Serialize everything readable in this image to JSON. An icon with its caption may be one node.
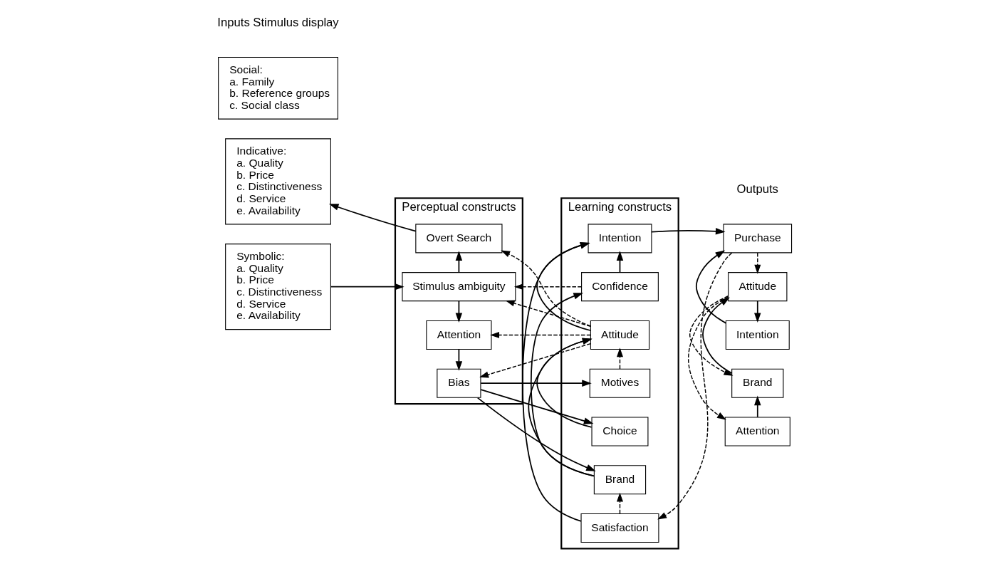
{
  "diagram": {
    "nodes": [
      {
        "text": [
          "Indicative:",
          "a. Quality",
          "b. Price",
          "c. Distinctiveness",
          "d. Service",
          "e. Availability"
        ]
      },
      {
        "text": [
          "Symbolic:",
          "a. Quality",
          "b. Price",
          "c. Distinctiveness",
          "d. Service",
          "e. Availability"
        ]
      },
      {
        "text": [
          "Social:",
          "a. Family",
          "b. Reference groups",
          "c. Social class"
        ]
      },
      {
        "text": [
          "Perceptual constructs"
        ]
      },
      {
        "text": [
          "Overt Search"
        ],
        "in": 3
      },
      {
        "text": [
          "Stimulus ambiguity"
        ],
        "in": 3
      },
      {
        "text": [
          "Attention"
        ],
        "in": 3
      },
      {
        "text": [
          "Bias"
        ],
        "in": 3
      },
      {
        "text": [
          "Learning constructs"
        ]
      },
      {
        "text": [
          "Intention"
        ],
        "in": 8
      },
      {
        "text": [
          "Confidence"
        ],
        "in": 8
      },
      {
        "text": [
          "Attitude"
        ],
        "in": 8
      },
      {
        "text": [
          "Motives"
        ],
        "in": 8
      },
      {
        "text": [
          "Choice"
        ],
        "in": 8
      },
      {
        "text": [
          "Brand"
        ],
        "in": 8
      },
      {
        "text": [
          "Satisfaction"
        ],
        "in": 8
      },
      {
        "text": [
          "Purchase"
        ]
      },
      {
        "text": [
          "Intention"
        ]
      },
      {
        "text": [
          "Attitude"
        ]
      },
      {
        "text": [
          "Brand"
        ]
      },
      {
        "text": [
          "Attention"
        ]
      }
    ],
    "edges": [
      {
        "from": 4,
        "to": 0,
        "arrow": "to"
      },
      {
        "from": 1,
        "to": 5,
        "arrow": "to"
      },
      {
        "from": 5,
        "to": 4,
        "arrow": "to"
      },
      {
        "from": 5,
        "to": 6,
        "arrow": "to"
      },
      {
        "from": 6,
        "to": 7,
        "arrow": "to"
      },
      {
        "from": 11,
        "to": 4,
        "arrow": "to",
        "style": "dashed"
      },
      {
        "from": 11,
        "to": 6,
        "arrow": "to",
        "style": "dashed"
      },
      {
        "from": 11,
        "to": 7,
        "arrow": "to",
        "style": "dashed"
      },
      {
        "from": 11,
        "to": 5,
        "arrow": "to",
        "style": "dashed"
      },
      {
        "from": 10,
        "to": 5,
        "arrow": "to",
        "style": "dashed"
      },
      {
        "from": 7,
        "to": 12,
        "arrow": "to"
      },
      {
        "from": 7,
        "to": 13,
        "arrow": "to"
      },
      {
        "from": 7,
        "to": 14,
        "arrow": "to"
      },
      {
        "from": 12,
        "to": 11,
        "arrow": "to",
        "style": "dashed"
      },
      {
        "from": 13,
        "to": 11,
        "arrow": "to"
      },
      {
        "from": 14,
        "to": 11,
        "arrow": "to"
      },
      {
        "from": 14,
        "to": 10,
        "arrow": "to"
      },
      {
        "from": 11,
        "to": 9,
        "arrow": "to"
      },
      {
        "from": 10,
        "to": 9,
        "arrow": "to"
      },
      {
        "from": 15,
        "to": 9,
        "arrow": "to"
      },
      {
        "from": 15,
        "to": 14,
        "arrow": "to",
        "style": "dashed"
      },
      {
        "from": 9,
        "to": 16,
        "arrow": "to"
      },
      {
        "from": 16,
        "to": 15,
        "arrow": "to",
        "style": "dashed"
      },
      {
        "from": 17,
        "to": 16,
        "arrow": "to"
      },
      {
        "from": 18,
        "to": 17,
        "arrow": "to"
      },
      {
        "from": 19,
        "to": 18,
        "arrow": "to"
      },
      {
        "from": 20,
        "to": 19,
        "arrow": "to"
      },
      {
        "from": 16,
        "to": 18,
        "arrow": "to",
        "style": "dashed"
      },
      {
        "from": 18,
        "to": 19,
        "arrow": "to",
        "style": "dashed"
      },
      {
        "from": 18,
        "to": 20,
        "arrow": "to",
        "style": "dashed"
      }
    ],
    "labels": [
      "Inputs Stimulus display",
      "Outputs"
    ]
  }
}
